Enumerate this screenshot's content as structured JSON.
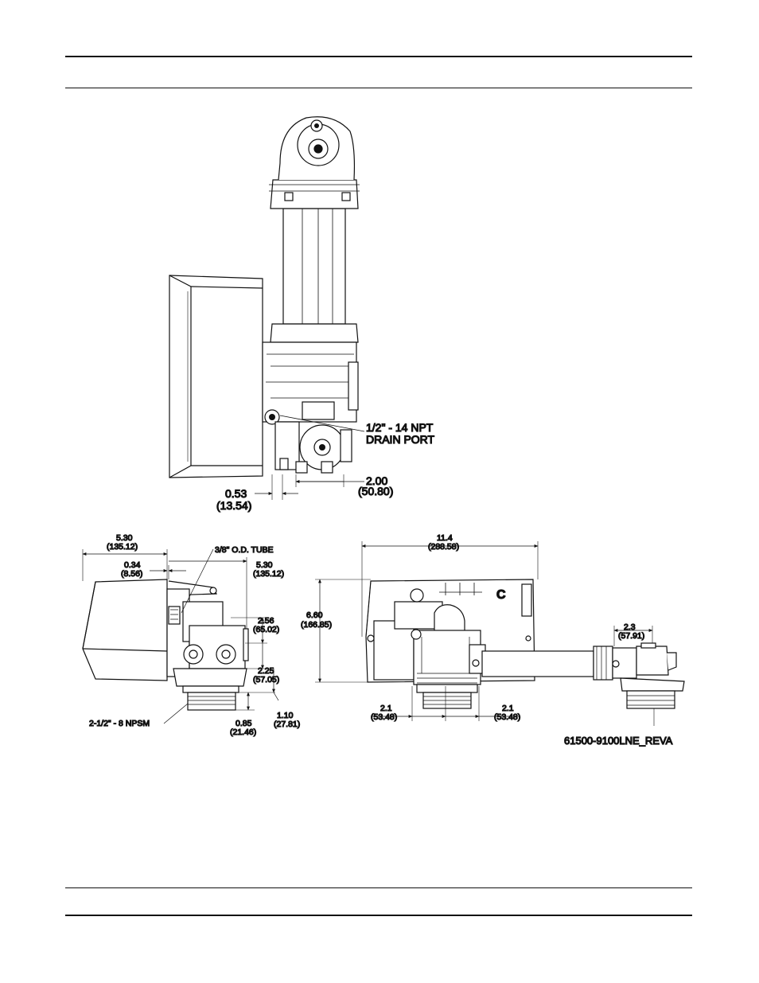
{
  "colors": {
    "ink": "#111111",
    "paper": "#ffffff",
    "shade": "#d9d9d9"
  },
  "top_view": {
    "drain_label_1": "1/2\" - 14 NPT",
    "drain_label_2": "DRAIN PORT",
    "dim_a": "0.53",
    "dim_a_mm": "(13.54)",
    "dim_b": "2.00",
    "dim_b_mm": "(50.80)"
  },
  "side_view": {
    "width": "5.30",
    "width_mm": "(135.12)",
    "tube_label": "3/8\" O.D. TUBE",
    "offset": "0.34",
    "offset_mm": "(8.56)",
    "depth": "5.30",
    "depth_mm": "(135.12)",
    "h1": "2.56",
    "h1_mm": "(65.02)",
    "h2": "2.25",
    "h2_mm": "(57.05)",
    "thread_label": "2-1/2\" - 8 NPSM",
    "h3": "0.85",
    "h3_mm": "(21.46)",
    "h4": "1.10",
    "h4_mm": "(27.81)"
  },
  "front_view": {
    "width": "11.4",
    "width_mm": "(288.58)",
    "height": "6.60",
    "height_mm": "(166.85)",
    "left_half": "2.1",
    "left_half_mm": "(53.48)",
    "right_half": "2.1",
    "right_half_mm": "(53.48)",
    "bypass": "2.3",
    "bypass_mm": "(57.91)",
    "cover_logo": "C"
  },
  "drawing_ref": "61500-9100LNE_REVA"
}
